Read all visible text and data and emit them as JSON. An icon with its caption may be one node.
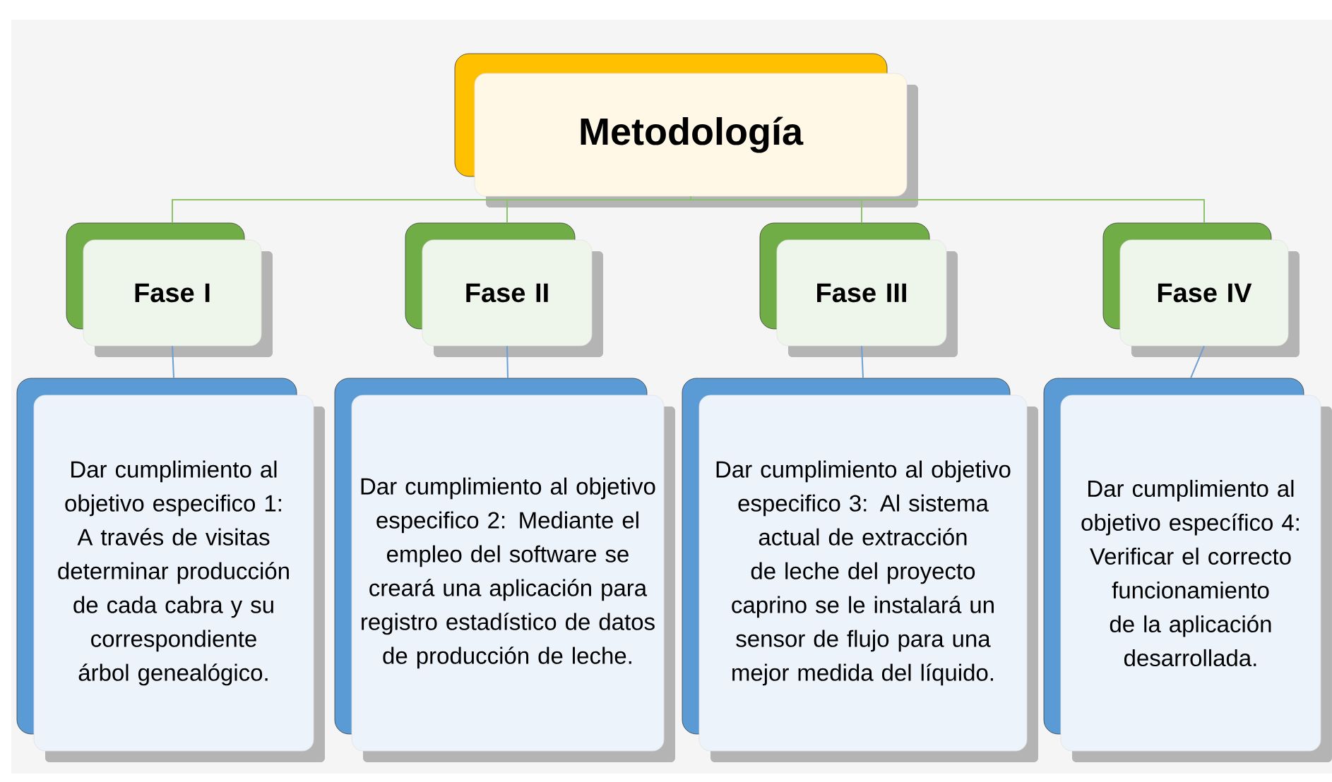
{
  "diagram": {
    "nodes": [
      {
        "text": [
          "Metodología"
        ]
      },
      {
        "text": [
          "Fase I"
        ]
      },
      {
        "text": [
          "Fase II"
        ]
      },
      {
        "text": [
          "Fase III"
        ]
      },
      {
        "text": [
          "Fase IV"
        ]
      },
      {
        "text": [
          "Dar cumplimiento al objetivo especifico 1: A través de visitas determinar producción de cada cabra y su correspondiente árbol genealógico."
        ]
      },
      {
        "text": [
          "Dar cumplimiento al objetivo especifico 2: Mediante el empleo del software se creará una aplicación para registro estadístico de datos de producción de leche."
        ]
      },
      {
        "text": [
          "Dar cumplimiento al objetivo especifico 3: Al sistema actual de extracción de leche del proyecto caprino se le instalará un sensor de flujo para una mejor medida del líquido."
        ]
      },
      {
        "text": [
          "Dar cumplimiento al objetivo específico 4: Verificar el correcto funcionamiento de la aplicación desarrollada."
        ]
      }
    ],
    "edges": [
      {
        "from": 0,
        "to": 1,
        "arrow": "none",
        "color": "#8cc26a"
      },
      {
        "from": 0,
        "to": 2,
        "arrow": "none",
        "color": "#8cc26a"
      },
      {
        "from": 0,
        "to": 3,
        "arrow": "none",
        "color": "#8cc26a"
      },
      {
        "from": 0,
        "to": 4,
        "arrow": "none",
        "color": "#8cc26a"
      },
      {
        "from": 1,
        "to": 5,
        "arrow": "none",
        "color": "#6c9fd6"
      },
      {
        "from": 2,
        "to": 6,
        "arrow": "none",
        "color": "#6c9fd6"
      },
      {
        "from": 3,
        "to": 7,
        "arrow": "none",
        "color": "#6c9fd6"
      },
      {
        "from": 4,
        "to": 8,
        "arrow": "none",
        "color": "#6c9fd6"
      }
    ]
  }
}
